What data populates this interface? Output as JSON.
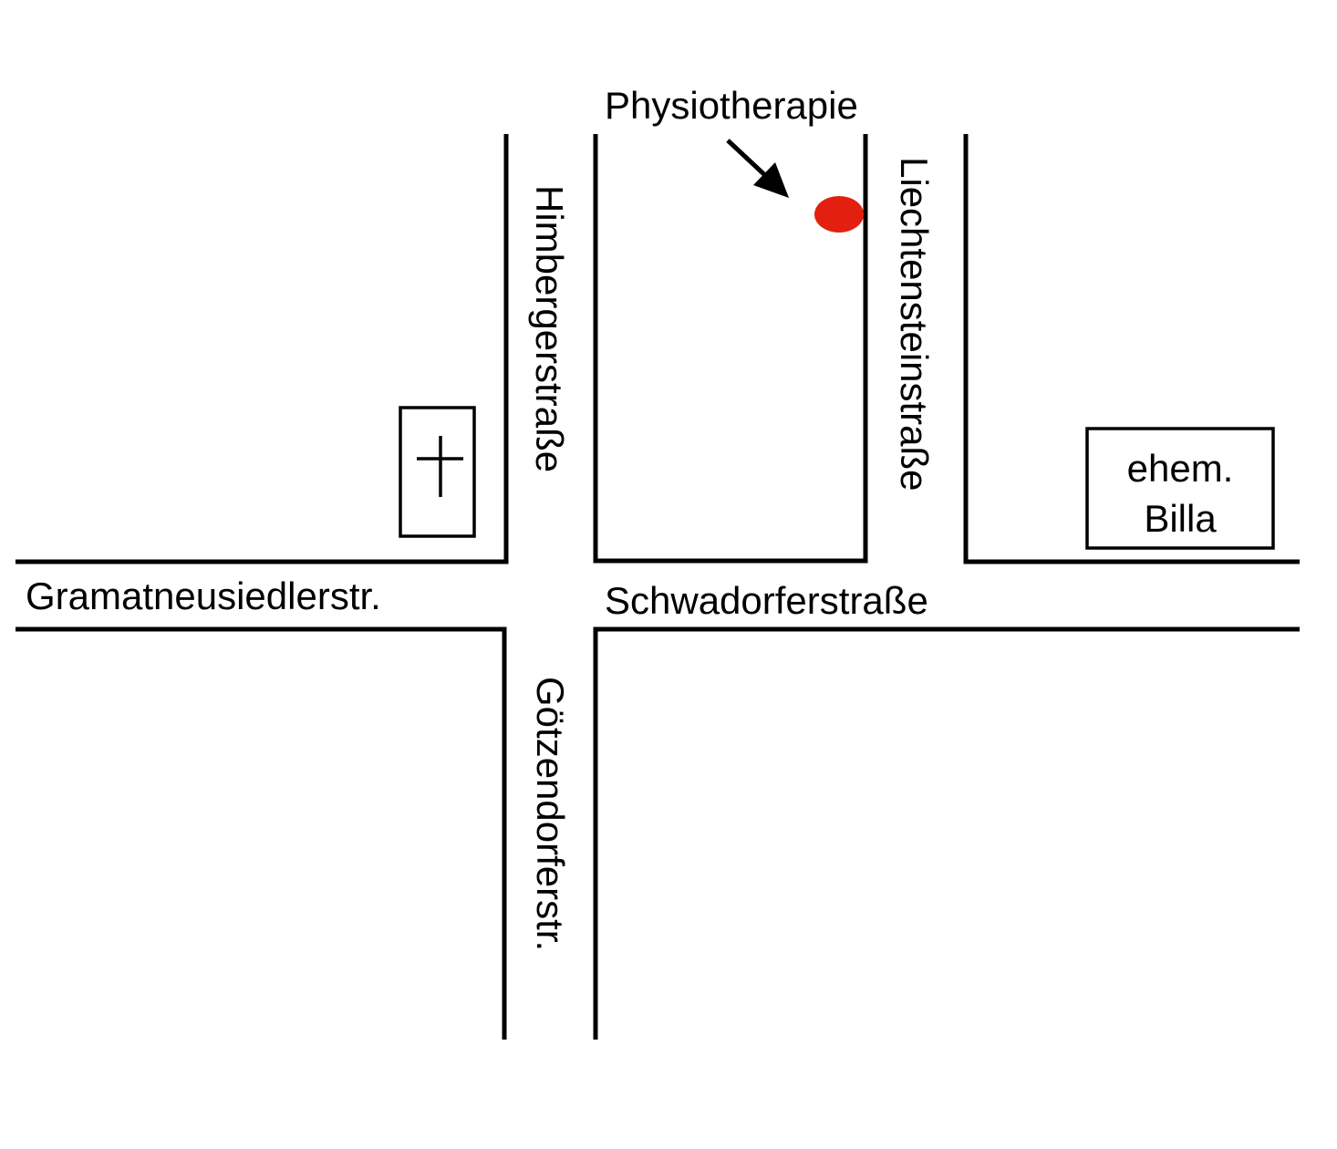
{
  "map": {
    "streets": {
      "west_horizontal": "Gramatneusiedlerstr.",
      "east_horizontal": "Schwadorferstraße",
      "north_vertical_left": "Himbergerstraße",
      "north_vertical_right": "Liechtensteinstraße",
      "south_vertical": "Götzendorferstr."
    },
    "destination": {
      "label": "Physiotherapie",
      "marker_color": "#e3200f"
    },
    "landmarks": {
      "church": {
        "icon": "cross-icon"
      },
      "store": {
        "line1": "ehem.",
        "line2": "Billa"
      }
    },
    "colors": {
      "lines": "#000000",
      "background": "#ffffff",
      "marker": "#e3200f"
    }
  }
}
